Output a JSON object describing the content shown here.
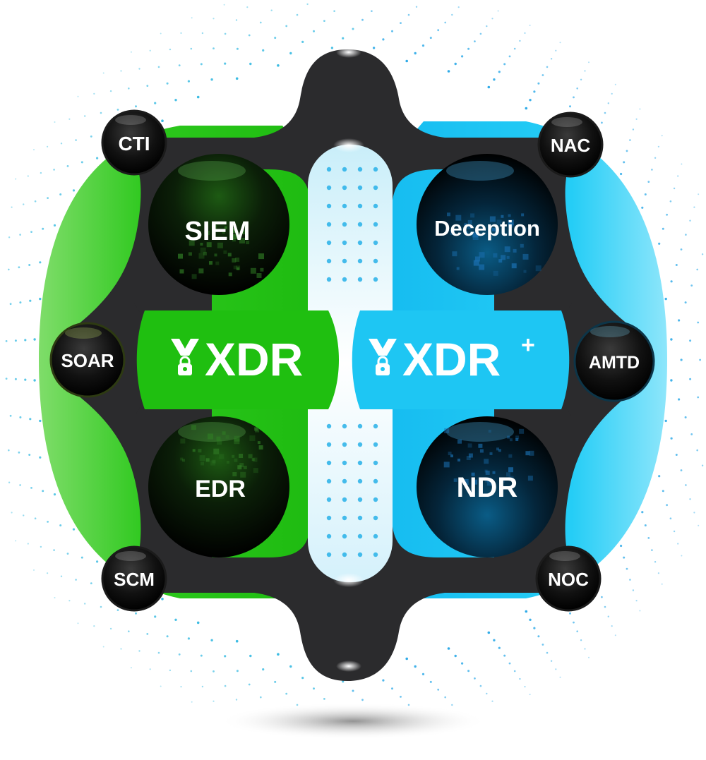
{
  "colors": {
    "green": "#22c414",
    "cyan": "#19c8f5",
    "dark": "#2a2a2c",
    "dot_left": "#27b5e0",
    "dot_right": "#1aa2e6"
  },
  "left_logo": {
    "text": "XDR",
    "icon": "lock-y-icon"
  },
  "right_logo": {
    "text": "XDR",
    "superscript": "+",
    "icon": "lock-y-icon"
  },
  "spheres": {
    "siem": "SIEM",
    "edr": "EDR",
    "deception": "Deception",
    "ndr": "NDR"
  },
  "nodes": {
    "cti": "CTI",
    "soar": "SOAR",
    "scm": "SCM",
    "nac": "NAC",
    "amtd": "AMTD",
    "noc": "NOC"
  }
}
